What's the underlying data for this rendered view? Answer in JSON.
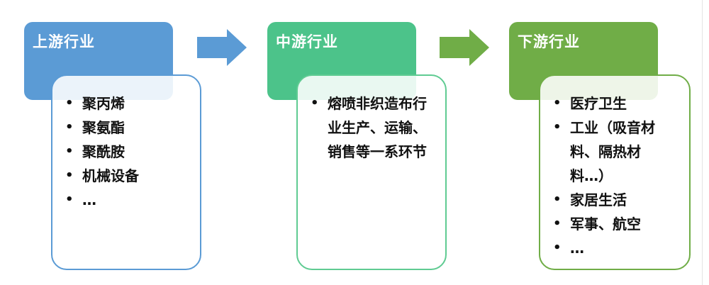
{
  "diagram": {
    "stages": [
      {
        "title": "上游行业",
        "color": "#5b9bd5",
        "border": "#5b9bd5",
        "items": [
          "聚丙烯",
          "聚氨酯",
          "聚酰胺",
          "机械设备",
          "…"
        ]
      },
      {
        "title": "中游行业",
        "color": "#4cc38a",
        "border": "#5fcb92",
        "items": [
          "熔喷非织造布行业生产、运输、销售等一系环节"
        ]
      },
      {
        "title": "下游行业",
        "color": "#70ad47",
        "border": "#70ad47",
        "items": [
          "医疗卫生",
          "工业（吸音材料、隔热材料…）",
          "家居生活",
          "军事、航空",
          "…"
        ]
      }
    ],
    "arrows": [
      {
        "from": "上游行业",
        "to": "中游行业",
        "color": "#5b9bd5"
      },
      {
        "from": "中游行业",
        "to": "下游行业",
        "color": "#70ad47"
      }
    ],
    "bullet": "•"
  }
}
